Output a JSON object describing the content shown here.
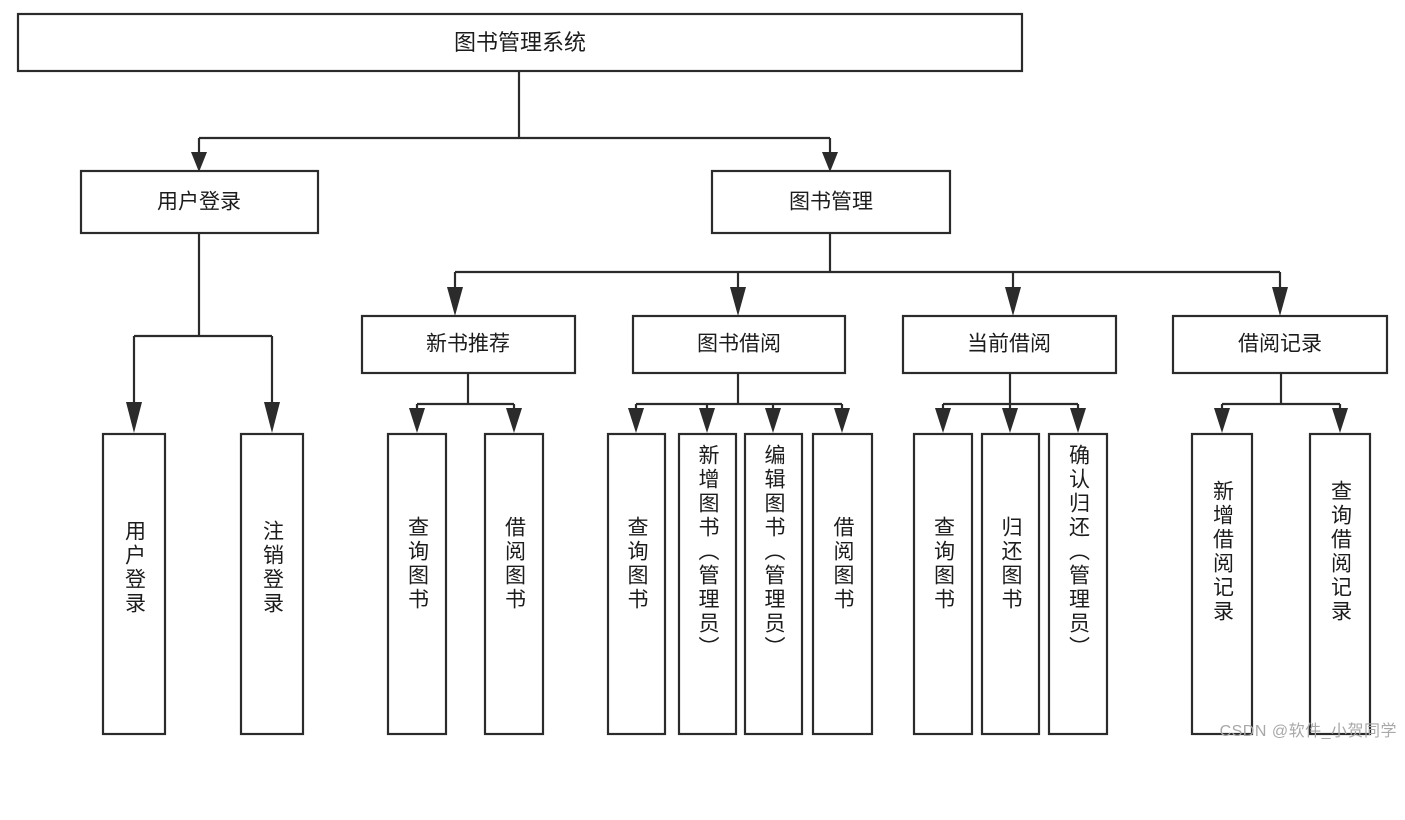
{
  "diagram": {
    "title": "图书管理系统",
    "type": "hierarchy-tree",
    "root": {
      "label": "图书管理系统"
    },
    "level1": [
      {
        "label": "用户登录"
      },
      {
        "label": "图书管理"
      }
    ],
    "level2": [
      {
        "label": "新书推荐",
        "parent": "图书管理"
      },
      {
        "label": "图书借阅",
        "parent": "图书管理"
      },
      {
        "label": "当前借阅",
        "parent": "图书管理"
      },
      {
        "label": "借阅记录",
        "parent": "图书管理"
      }
    ],
    "leaves_user_login": [
      {
        "label": "用户登录"
      },
      {
        "label": "注销登录"
      }
    ],
    "leaves_new_book": [
      {
        "label": "查询图书"
      },
      {
        "label": "借阅图书"
      }
    ],
    "leaves_borrow": [
      {
        "label": "查询图书"
      },
      {
        "label": "新增图书（管理员）"
      },
      {
        "label": "编辑图书（管理员）"
      },
      {
        "label": "借阅图书"
      }
    ],
    "leaves_current": [
      {
        "label": "查询图书"
      },
      {
        "label": "归还图书"
      },
      {
        "label": "确认归还（管理员）"
      }
    ],
    "leaves_record": [
      {
        "label": "新增借阅记录"
      },
      {
        "label": "查询借阅记录"
      }
    ]
  },
  "watermark": {
    "text": "CSDN @软件_小贺同学"
  },
  "colors": {
    "stroke": "#2b2b2b",
    "fill": "#ffffff",
    "text": "#1c1c1c",
    "watermark": "#a8a8a8"
  }
}
